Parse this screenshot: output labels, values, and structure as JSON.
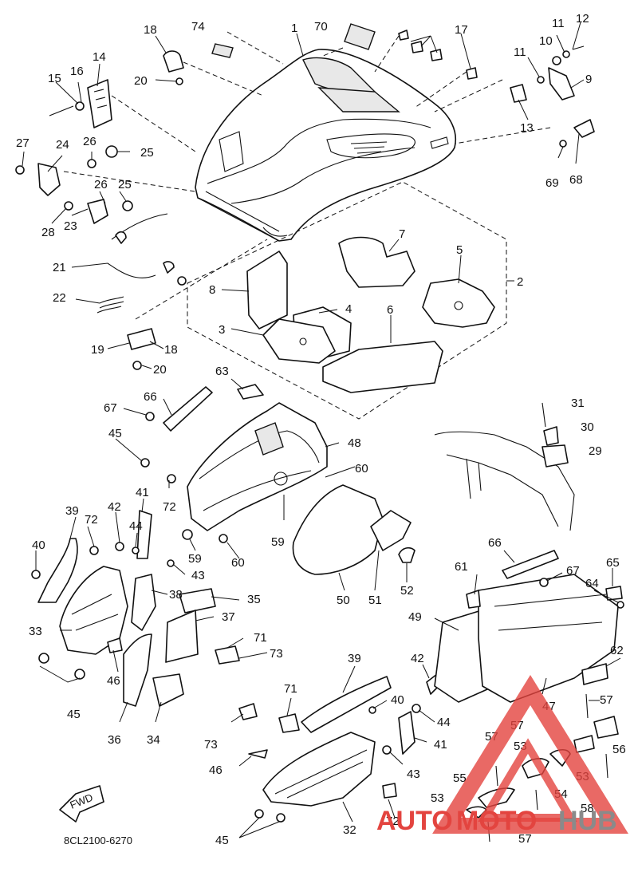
{
  "diagram": {
    "code": "8CL2100-6270",
    "fwd_label": "FWD",
    "callouts": [
      {
        "id": "c1",
        "text": "1"
      },
      {
        "id": "c2",
        "text": "2"
      },
      {
        "id": "c3",
        "text": "3"
      },
      {
        "id": "c4",
        "text": "4"
      },
      {
        "id": "c5",
        "text": "5"
      },
      {
        "id": "c6",
        "text": "6"
      },
      {
        "id": "c7",
        "text": "7"
      },
      {
        "id": "c8",
        "text": "8"
      },
      {
        "id": "c9",
        "text": "9"
      },
      {
        "id": "c10",
        "text": "10"
      },
      {
        "id": "c11a",
        "text": "11"
      },
      {
        "id": "c11b",
        "text": "11"
      },
      {
        "id": "c12",
        "text": "12"
      },
      {
        "id": "c13",
        "text": "13"
      },
      {
        "id": "c14",
        "text": "14"
      },
      {
        "id": "c15",
        "text": "15"
      },
      {
        "id": "c16",
        "text": "16"
      },
      {
        "id": "c17",
        "text": "17"
      },
      {
        "id": "c18a",
        "text": "18"
      },
      {
        "id": "c18b",
        "text": "18"
      },
      {
        "id": "c19",
        "text": "19"
      },
      {
        "id": "c20a",
        "text": "20"
      },
      {
        "id": "c20b",
        "text": "20"
      },
      {
        "id": "c21",
        "text": "21"
      },
      {
        "id": "c22",
        "text": "22"
      },
      {
        "id": "c23",
        "text": "23"
      },
      {
        "id": "c24",
        "text": "24"
      },
      {
        "id": "c25a",
        "text": "25"
      },
      {
        "id": "c25b",
        "text": "25"
      },
      {
        "id": "c26a",
        "text": "26"
      },
      {
        "id": "c26b",
        "text": "26"
      },
      {
        "id": "c27",
        "text": "27"
      },
      {
        "id": "c28",
        "text": "28"
      },
      {
        "id": "c29",
        "text": "29"
      },
      {
        "id": "c30",
        "text": "30"
      },
      {
        "id": "c31",
        "text": "31"
      },
      {
        "id": "c32",
        "text": "32"
      },
      {
        "id": "c33",
        "text": "33"
      },
      {
        "id": "c34",
        "text": "34"
      },
      {
        "id": "c35",
        "text": "35"
      },
      {
        "id": "c36",
        "text": "36"
      },
      {
        "id": "c37",
        "text": "37"
      },
      {
        "id": "c38",
        "text": "38"
      },
      {
        "id": "c39a",
        "text": "39"
      },
      {
        "id": "c39b",
        "text": "39"
      },
      {
        "id": "c40a",
        "text": "40"
      },
      {
        "id": "c40b",
        "text": "40"
      },
      {
        "id": "c41a",
        "text": "41"
      },
      {
        "id": "c41b",
        "text": "41"
      },
      {
        "id": "c42a",
        "text": "42"
      },
      {
        "id": "c42b",
        "text": "42"
      },
      {
        "id": "c43a",
        "text": "43"
      },
      {
        "id": "c43b",
        "text": "43"
      },
      {
        "id": "c44a",
        "text": "44"
      },
      {
        "id": "c44b",
        "text": "44"
      },
      {
        "id": "c45a",
        "text": "45"
      },
      {
        "id": "c45b",
        "text": "45"
      },
      {
        "id": "c45c",
        "text": "45"
      },
      {
        "id": "c46a",
        "text": "46"
      },
      {
        "id": "c46b",
        "text": "46"
      },
      {
        "id": "c47",
        "text": "47"
      },
      {
        "id": "c48",
        "text": "48"
      },
      {
        "id": "c49",
        "text": "49"
      },
      {
        "id": "c50",
        "text": "50"
      },
      {
        "id": "c51",
        "text": "51"
      },
      {
        "id": "c52",
        "text": "52"
      },
      {
        "id": "c53a",
        "text": "53"
      },
      {
        "id": "c53b",
        "text": "53"
      },
      {
        "id": "c53c",
        "text": "53"
      },
      {
        "id": "c54",
        "text": "54"
      },
      {
        "id": "c55",
        "text": "55"
      },
      {
        "id": "c56",
        "text": "56"
      },
      {
        "id": "c57a",
        "text": "57"
      },
      {
        "id": "c57b",
        "text": "57"
      },
      {
        "id": "c57c",
        "text": "57"
      },
      {
        "id": "c57d",
        "text": "57"
      },
      {
        "id": "c58",
        "text": "58"
      },
      {
        "id": "c59a",
        "text": "59"
      },
      {
        "id": "c59b",
        "text": "59"
      },
      {
        "id": "c60a",
        "text": "60"
      },
      {
        "id": "c60b",
        "text": "60"
      },
      {
        "id": "c61",
        "text": "61"
      },
      {
        "id": "c62",
        "text": "62"
      },
      {
        "id": "c63",
        "text": "63"
      },
      {
        "id": "c64",
        "text": "64"
      },
      {
        "id": "c65",
        "text": "65"
      },
      {
        "id": "c66a",
        "text": "66"
      },
      {
        "id": "c66b",
        "text": "66"
      },
      {
        "id": "c67a",
        "text": "67"
      },
      {
        "id": "c67b",
        "text": "67"
      },
      {
        "id": "c68",
        "text": "68"
      },
      {
        "id": "c69",
        "text": "69"
      },
      {
        "id": "c70",
        "text": "70"
      },
      {
        "id": "c71a",
        "text": "71"
      },
      {
        "id": "c71b",
        "text": "71"
      },
      {
        "id": "c72a",
        "text": "72"
      },
      {
        "id": "c72b",
        "text": "72"
      },
      {
        "id": "c72c",
        "text": "72"
      },
      {
        "id": "c73a",
        "text": "73"
      },
      {
        "id": "c73b",
        "text": "73"
      },
      {
        "id": "c74",
        "text": "74"
      }
    ]
  },
  "watermark": {
    "word_1": "AUTO",
    "word_2": "MOTO",
    "word_3": "HUB",
    "color_red": "#e3443f",
    "color_gray": "#8a8a8a"
  }
}
